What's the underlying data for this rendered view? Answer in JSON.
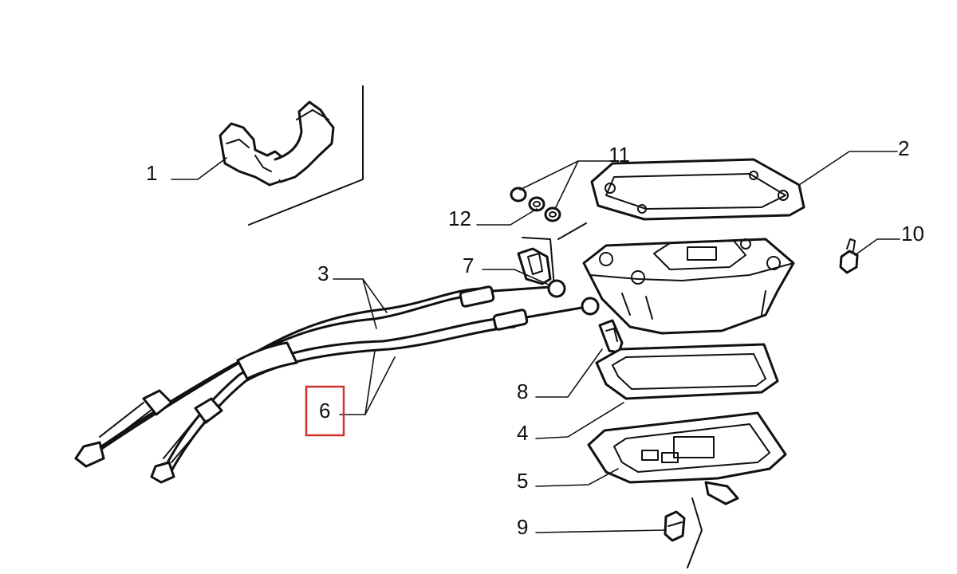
{
  "callouts": {
    "c1": "1",
    "c2": "2",
    "c3": "3",
    "c4": "4",
    "c5": "5",
    "c6": "6",
    "c7": "7",
    "c8": "8",
    "c9": "9",
    "c10": "10",
    "c11": "11",
    "c12": "12"
  },
  "highlighted_callout": "6",
  "colors": {
    "line": "#111111",
    "background": "#ffffff",
    "highlight_box": "#d0312d"
  }
}
